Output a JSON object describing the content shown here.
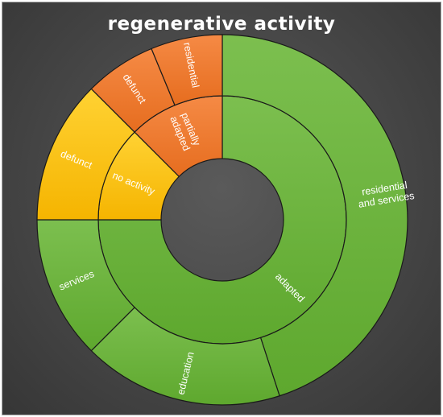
{
  "chart_data": {
    "type": "sunburst",
    "title": "regenerative activity",
    "inner_ring": [
      {
        "label": "adapted",
        "value": 75,
        "color": "#6db33f"
      },
      {
        "label": "no activity",
        "value": 12.5,
        "color": "#ffc000"
      },
      {
        "label": "partially adapted",
        "value": 12.5,
        "color": "#ed7d31"
      }
    ],
    "outer_ring": [
      {
        "label": "residential and services",
        "parent": "adapted",
        "value": 45,
        "color": "#6db33f"
      },
      {
        "label": "education",
        "parent": "adapted",
        "value": 17.5,
        "color": "#6db33f"
      },
      {
        "label": "services",
        "parent": "adapted",
        "value": 12.5,
        "color": "#6db33f"
      },
      {
        "label": "defunct",
        "parent": "no activity",
        "value": 12.5,
        "color": "#ffc000"
      },
      {
        "label": "defunct",
        "parent": "partially adapted",
        "value": 6.25,
        "color": "#ed7d31"
      },
      {
        "label": "residential",
        "parent": "partially adapted",
        "value": 6.25,
        "color": "#ed7d31"
      }
    ],
    "legend": "none"
  }
}
